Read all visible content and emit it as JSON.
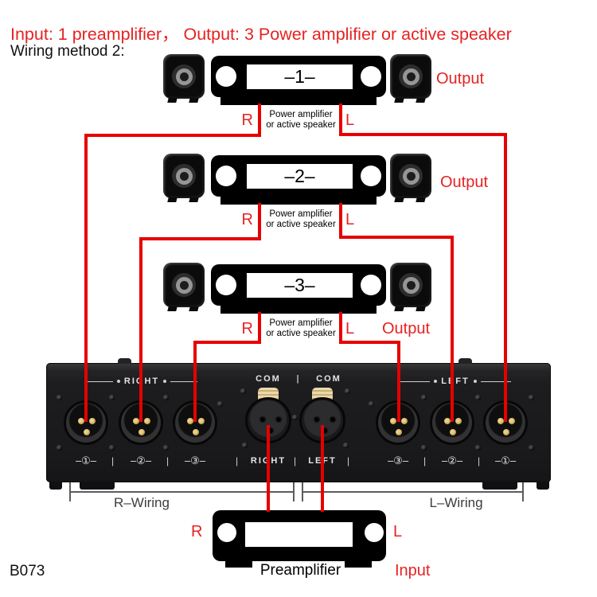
{
  "title": "Input: 1 preamplifier， Output: 3 Power amplifier or active speaker",
  "subtitle": "Wiring method 2:",
  "model": "B073",
  "colors": {
    "accent_red": "#e62222",
    "wire_red": "#e60000",
    "device_black": "#1d1d1f",
    "bracket_gray": "#5c5c5c"
  },
  "amps": [
    {
      "id": "–1–",
      "r": "R",
      "l": "L",
      "desc1": "Power amplifier",
      "desc2": "or active speaker",
      "output": "Output"
    },
    {
      "id": "–2–",
      "r": "R",
      "l": "L",
      "desc1": "Power amplifier",
      "desc2": "or active speaker",
      "output": "Output"
    },
    {
      "id": "–3–",
      "r": "R",
      "l": "L",
      "desc1": "Power amplifier",
      "desc2": "or active speaker",
      "output": "Output"
    }
  ],
  "device": {
    "group_right": "RIGHT",
    "group_left": "LEFT",
    "com_1": "COM",
    "com_2": "COM",
    "sep": "|",
    "ports_right": [
      "–①–",
      "–②–",
      "–③–"
    ],
    "port_right_com": "RIGHT",
    "port_left_com": "LEFT",
    "ports_left": [
      "–③–",
      "–②–",
      "–①–"
    ]
  },
  "bracket": {
    "r": "R–Wiring",
    "l": "L–Wiring"
  },
  "preamp": {
    "r": "R",
    "l": "L",
    "label": "Preamplifier",
    "input": "Input"
  }
}
